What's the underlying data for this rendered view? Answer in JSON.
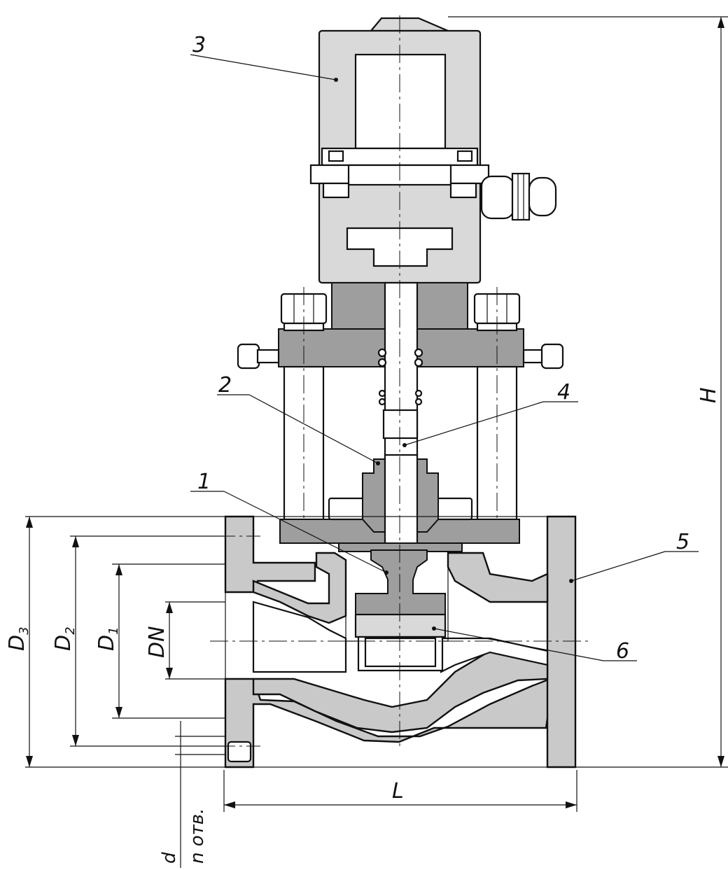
{
  "drawing": {
    "dimensions": {
      "d3": "D",
      "d3_sub": "3",
      "d2": "D",
      "d2_sub": "2",
      "d1": "D",
      "d1_sub": "1",
      "dn": "DN",
      "l": "L",
      "h": "H",
      "d": "d",
      "n_holes": "n отв."
    },
    "callouts": [
      "1",
      "2",
      "3",
      "4",
      "5",
      "6"
    ]
  }
}
